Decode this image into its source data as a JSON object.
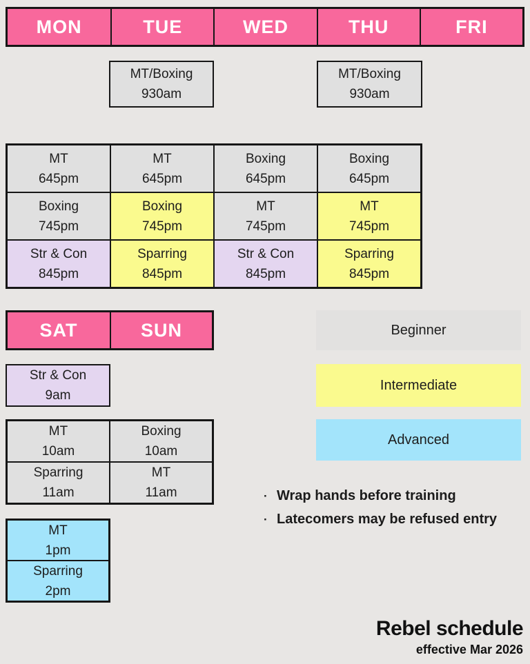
{
  "page": {
    "background": "#e8e6e4"
  },
  "colors": {
    "header_pink": "#f8689c",
    "beginner_gray": "#e0e0e0",
    "intermediate_yellow": "#fafa8e",
    "strcon_purple": "#e4d6f0",
    "advanced_blue": "#a3e4fb",
    "legend_gray": "#e2e1e0"
  },
  "weekday_header": {
    "days": [
      "MON",
      "TUE",
      "WED",
      "THU",
      "FRI"
    ]
  },
  "morning_classes": {
    "tue": {
      "name": "MT/Boxing",
      "time": "930am",
      "bg": "#e0e0e0"
    },
    "thu": {
      "name": "MT/Boxing",
      "time": "930am",
      "bg": "#e0e0e0"
    }
  },
  "weekday_grid": {
    "rows": [
      {
        "cells": [
          {
            "name": "MT",
            "time": "645pm",
            "bg": "#e0e0e0"
          },
          {
            "name": "MT",
            "time": "645pm",
            "bg": "#e0e0e0"
          },
          {
            "name": "Boxing",
            "time": "645pm",
            "bg": "#e0e0e0"
          },
          {
            "name": "Boxing",
            "time": "645pm",
            "bg": "#e0e0e0"
          }
        ]
      },
      {
        "cells": [
          {
            "name": "Boxing",
            "time": "745pm",
            "bg": "#e0e0e0"
          },
          {
            "name": "Boxing",
            "time": "745pm",
            "bg": "#fafa8e"
          },
          {
            "name": "MT",
            "time": "745pm",
            "bg": "#e0e0e0"
          },
          {
            "name": "MT",
            "time": "745pm",
            "bg": "#fafa8e"
          }
        ]
      },
      {
        "cells": [
          {
            "name": "Str & Con",
            "time": "845pm",
            "bg": "#e4d6f0"
          },
          {
            "name": "Sparring",
            "time": "845pm",
            "bg": "#fafa8e"
          },
          {
            "name": "Str & Con",
            "time": "845pm",
            "bg": "#e4d6f0"
          },
          {
            "name": "Sparring",
            "time": "845pm",
            "bg": "#fafa8e"
          }
        ]
      }
    ]
  },
  "weekend": {
    "header_days": [
      "SAT",
      "SUN"
    ],
    "early": {
      "name": "Str & Con",
      "time": "9am",
      "bg": "#e4d6f0"
    },
    "grid": {
      "rows": [
        {
          "cells": [
            {
              "name": "MT",
              "time": "10am",
              "bg": "#e0e0e0"
            },
            {
              "name": "Boxing",
              "time": "10am",
              "bg": "#e0e0e0"
            }
          ]
        },
        {
          "cells": [
            {
              "name": "Sparring",
              "time": "11am",
              "bg": "#e0e0e0"
            },
            {
              "name": "MT",
              "time": "11am",
              "bg": "#e0e0e0"
            }
          ]
        }
      ]
    },
    "afternoon": {
      "rows": [
        {
          "name": "MT",
          "time": "1pm",
          "bg": "#a3e4fb"
        },
        {
          "name": "Sparring",
          "time": "2pm",
          "bg": "#a3e4fb"
        }
      ]
    }
  },
  "legend": {
    "items": [
      {
        "label": "Beginner",
        "bg": "#e2e1e0"
      },
      {
        "label": "Intermediate",
        "bg": "#fafa8e"
      },
      {
        "label": "Advanced",
        "bg": "#a3e4fb"
      }
    ]
  },
  "notes": {
    "bullet": "·",
    "items": [
      {
        "text": "Wrap hands before training"
      },
      {
        "text": "Latecomers may be refused entry"
      }
    ]
  },
  "footer": {
    "title": "Rebel schedule",
    "subtitle": "effective Mar 2026"
  }
}
